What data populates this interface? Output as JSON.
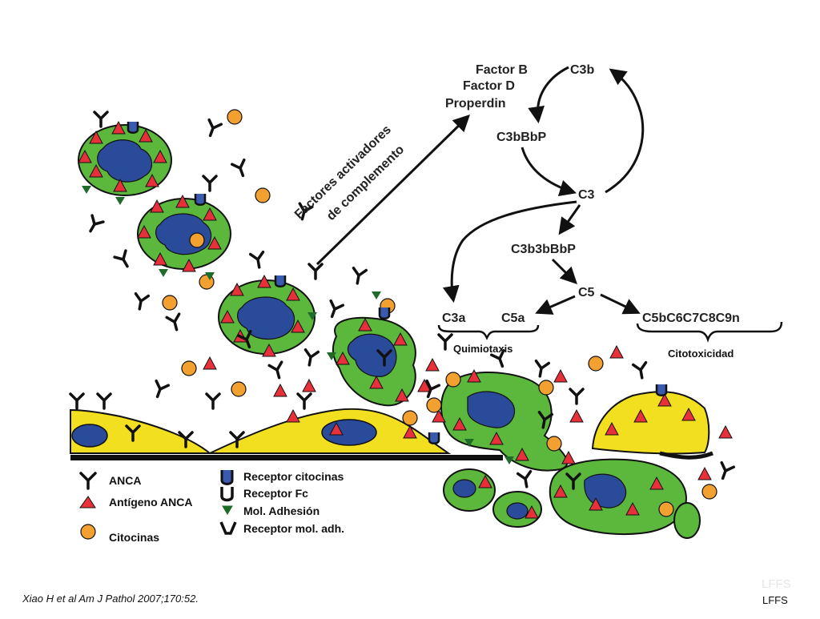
{
  "diagram": {
    "rotated_label": {
      "line1": "Factores activadores",
      "line2": "de complemento"
    },
    "factors": [
      "Factor B",
      "Factor D",
      "Properdin"
    ],
    "nodes": {
      "c3b": "C3b",
      "c3bbbp": "C3bBbP",
      "c3": "C3",
      "c3b3bbbp": "C3b3bBbP",
      "c5": "C5",
      "c3a": "C3a",
      "c5a": "C5a",
      "mac": "C5bC6C7C8C9n"
    },
    "brace_labels": {
      "chemotaxis": "Quimiotaxis",
      "cytotoxicity": "Citotoxicidad"
    }
  },
  "legend": {
    "anca": "ANCA",
    "antigen": "Antígeno ANCA",
    "cytokines": "Citocinas",
    "cytokine_receptor": "Receptor citocinas",
    "fc_receptor": "Receptor Fc",
    "adhesion": "Mol. Adhesión",
    "adhesion_receptor": "Receptor mol. adh."
  },
  "citation": "Xiao H et al Am J Pathol 2007;170:52.",
  "watermark": "LFFS",
  "watermark_ghost": "LFFS",
  "colors": {
    "cell_green": "#5cb83c",
    "nucleus_blue": "#2a4a9a",
    "antigen_red": "#e8303a",
    "cytokine_orange": "#f2a030",
    "endothelium_yellow": "#f2e020",
    "adhesion_green": "#1f6b2a",
    "receptor_blue": "#3a5ab0",
    "ink": "#111111"
  }
}
